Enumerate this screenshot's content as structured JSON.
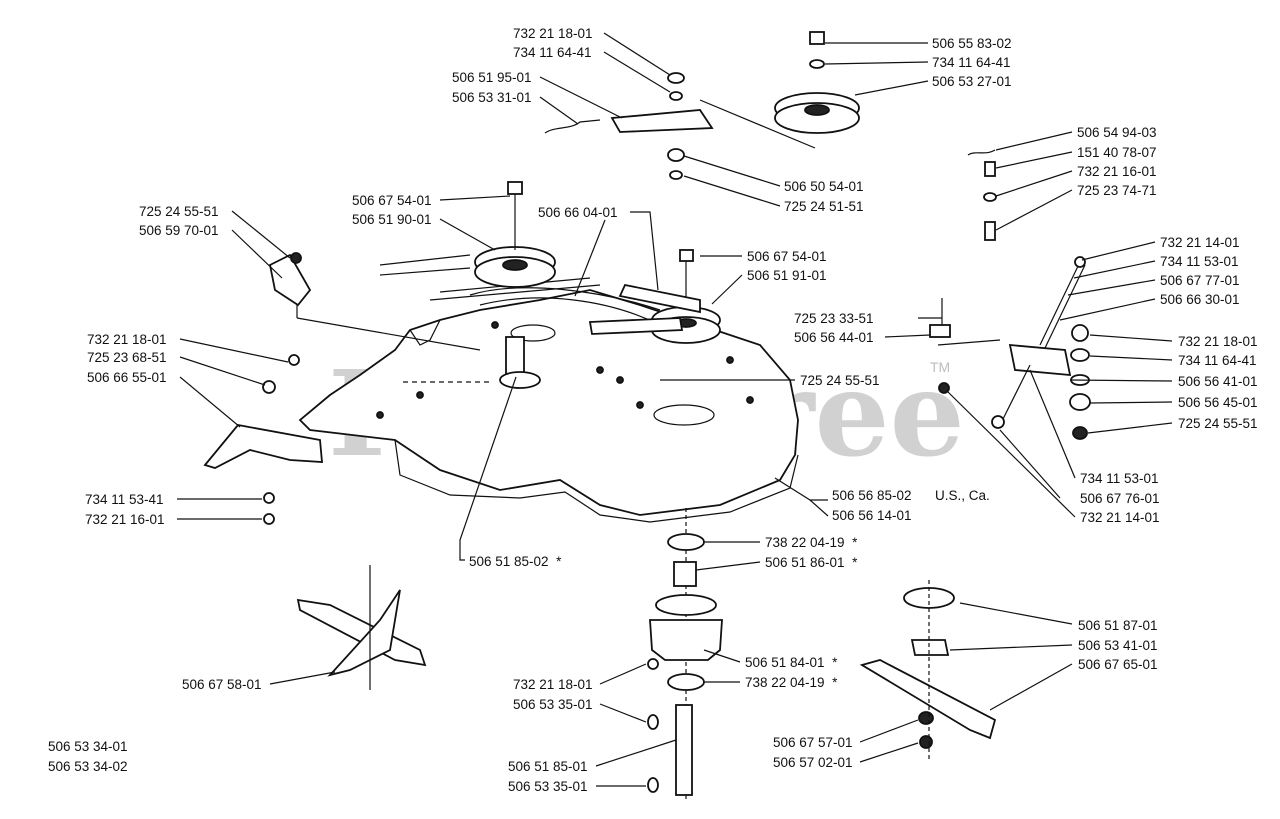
{
  "watermark": {
    "text": "PartsTree",
    "trademark": "TM"
  },
  "region_note": "U.S., Ca.",
  "labels": {
    "p01": "732 21 18-01",
    "p02": "734 11 64-41",
    "p03": "506 51 95-01",
    "p04": "506 53 31-01",
    "p05": "506 55 83-02",
    "p06": "734 11 64-41",
    "p07": "506 53 27-01",
    "p08": "506 54 94-03",
    "p09": "151 40 78-07",
    "p10": "732 21 16-01",
    "p11": "725 23 74-71",
    "p12": "506 50 54-01",
    "p13": "725 24 51-51",
    "p14": "506 67 54-01",
    "p15": "506 51 90-01",
    "p16": "506 66 04-01",
    "p17": "725 24 55-51",
    "p18": "506 59 70-01",
    "p19": "506 67 54-01",
    "p20": "506 51 91-01",
    "p21": "732 21 14-01",
    "p22": "734 11 53-01",
    "p23": "506 67 77-01",
    "p24": "506 66 30-01",
    "p25": "725 23 33-51",
    "p26": "506 56 44-01",
    "p27": "732 21 18-01",
    "p28": "734 11 64-41",
    "p29": "506 56 41-01",
    "p30": "506 56 45-01",
    "p31": "725 24 55-51",
    "p32": "732 21 18-01",
    "p33": "725 23 68-51",
    "p34": "506 66 55-01",
    "p35": "725 24 55-51",
    "p36": "734 11 53-01",
    "p37": "506 67 76-01",
    "p38": "732 21 14-01",
    "p39": "734 11 53-41",
    "p40": "732 21 16-01",
    "p41": "506 56 85-02",
    "p42": "506 56 14-01",
    "p43": "506 51 85-02  *",
    "p44": "738 22 04-19  *",
    "p45": "506 51 86-01  *",
    "p46": "506 51 87-01",
    "p47": "506 53 41-01",
    "p48": "506 67 65-01",
    "p49": "506 67 58-01",
    "p50": "506 51 84-01  *",
    "p51": "732 21 18-01",
    "p52": "738 22 04-19  *",
    "p53": "506 53 35-01",
    "p54": "506 67 57-01",
    "p55": "506 57 02-01",
    "p56": "506 51 85-01",
    "p57": "506 53 35-01",
    "p58": "506 53 34-01",
    "p59": "506 53 34-02"
  }
}
